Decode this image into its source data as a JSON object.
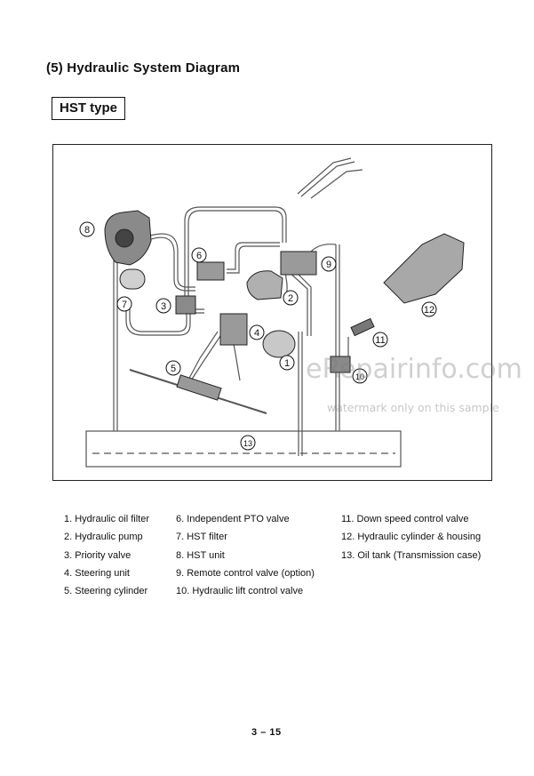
{
  "title": "(5) Hydraulic System Diagram",
  "type_label": "HST type",
  "callouts": [
    "1",
    "2",
    "3",
    "4",
    "5",
    "6",
    "7",
    "8",
    "9",
    "10",
    "11",
    "12",
    "13"
  ],
  "legend": [
    "1. Hydraulic oil filter",
    "2. Hydraulic pump",
    "3. Priority valve",
    "4. Steering unit",
    "5. Steering cylinder",
    "6. Independent PTO valve",
    "7. HST filter",
    "8. HST unit",
    "9. Remote control valve (option)",
    "10. Hydraulic lift control valve",
    "11. Down speed control valve",
    "12. Hydraulic cylinder & housing",
    "13. Oil tank (Transmission case)"
  ],
  "watermark": {
    "site": "eRepairinfo.com",
    "note": "watermark only on this sample"
  },
  "page_number": "3 – 15"
}
